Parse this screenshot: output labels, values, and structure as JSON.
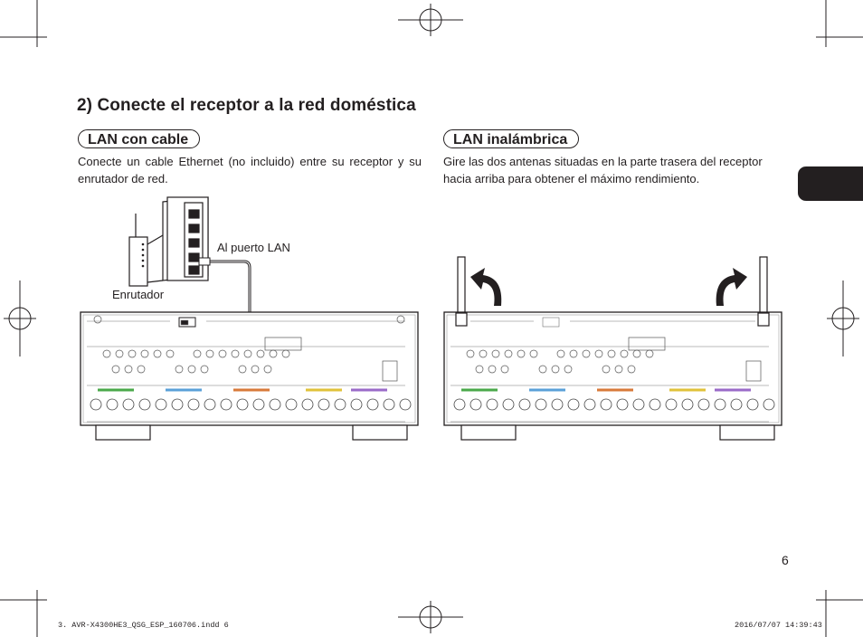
{
  "heading": "2) Conecte el receptor a la red doméstica",
  "wired": {
    "title": "LAN con cable",
    "text": "Conecte un cable Ethernet (no incluido) entre su receptor y su enrutador de red.",
    "router_label": "Enrutador",
    "port_label": "Al puerto LAN"
  },
  "wireless": {
    "title": "LAN inalámbrica",
    "text": "Gire las dos antenas situadas en la parte trasera del receptor hacia arriba para obtener el máximo rendimiento."
  },
  "page_number": "6",
  "footer": {
    "file": "3. AVR-X4300HE3_QSG_ESP_160706.indd   6",
    "date": "2016/07/07",
    "time": "14:39:43"
  }
}
